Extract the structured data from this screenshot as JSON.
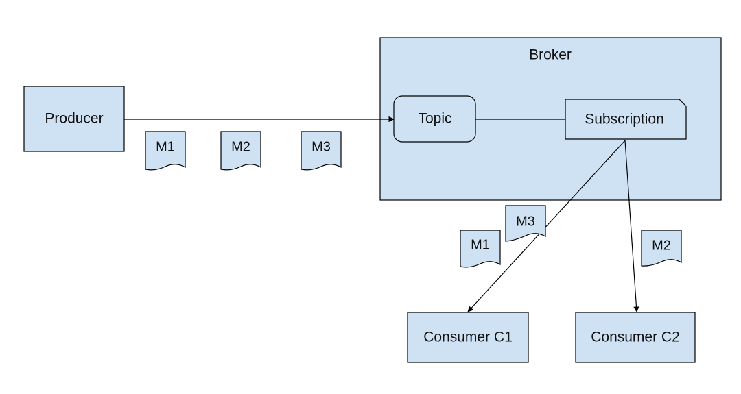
{
  "colors": {
    "node_fill": "#cfe2f3",
    "broker_fill": "#cfe2f3",
    "stroke": "#000000",
    "edge": "#000000"
  },
  "nodes": {
    "producer": "Producer",
    "broker": "Broker",
    "topic": "Topic",
    "subscription": "Subscription",
    "consumer_c1": "Consumer C1",
    "consumer_c2": "Consumer C2"
  },
  "messages": {
    "producer_m1": "M1",
    "producer_m2": "M2",
    "producer_m3": "M3",
    "c1_m1": "M1",
    "c1_m3": "M3",
    "c2_m2": "M2"
  },
  "edges": [
    {
      "from": "producer",
      "to": "topic",
      "arrow": true
    },
    {
      "from": "topic",
      "to": "subscription",
      "arrow": false
    },
    {
      "from": "subscription",
      "to": "consumer_c1",
      "arrow": true
    },
    {
      "from": "subscription",
      "to": "consumer_c2",
      "arrow": true
    }
  ]
}
